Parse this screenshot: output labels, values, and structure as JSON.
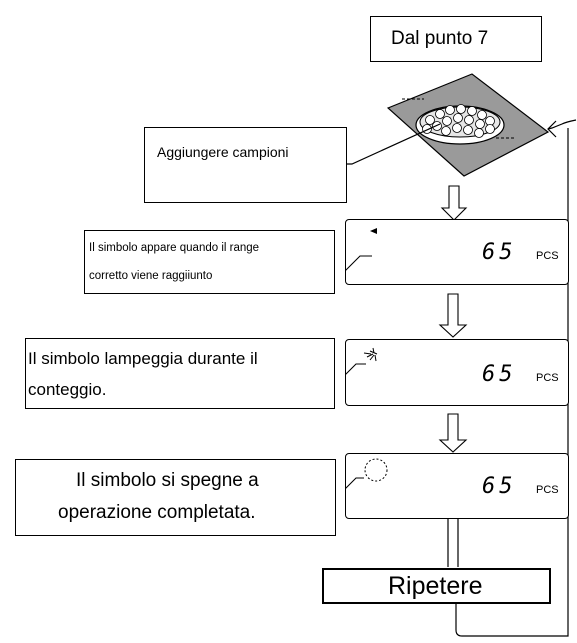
{
  "start": {
    "label": "Dal punto 7"
  },
  "steps": [
    {
      "text": "Aggiungere campioni"
    },
    {
      "line1": "Il simbolo appare quando il range",
      "line2": "corretto viene raggiiunto"
    },
    {
      "line1": "Il simbolo  lampeggia durante il",
      "line2": "conteggio."
    },
    {
      "line1": "Il simbolo si spegne a",
      "line2": "operazione completata."
    }
  ],
  "display": {
    "value": "65",
    "unit": "PCS"
  },
  "repeat": {
    "label": "Ripetere"
  }
}
